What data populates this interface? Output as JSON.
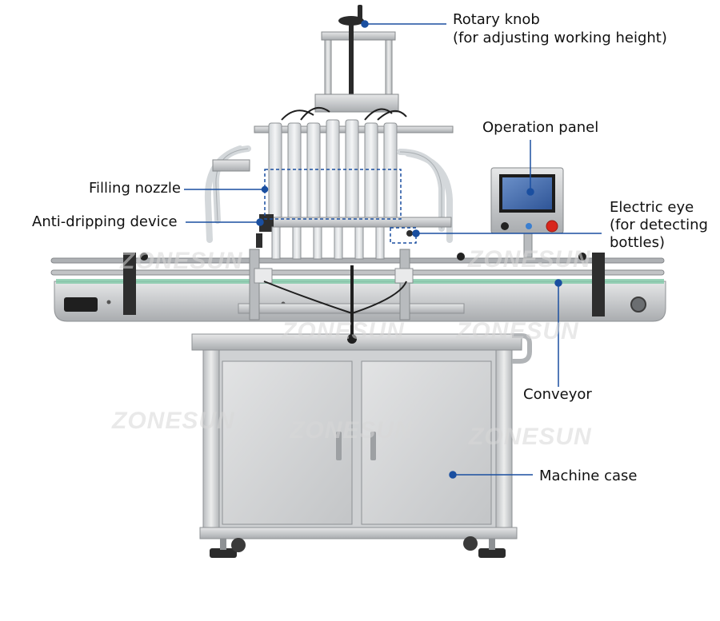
{
  "labels": {
    "rotary_knob": "Rotary knob",
    "rotary_knob_note": "(for adjusting working height)",
    "operation_panel": "Operation panel",
    "filling_nozzle": "Filling nozzle",
    "anti_dripping": "Anti-dripping device",
    "electric_eye": "Electric eye",
    "electric_eye_note_1": "(for detecting",
    "electric_eye_note_2": "bottles)",
    "conveyor": "Conveyor",
    "machine_case": "Machine case"
  },
  "watermark": "ZONESUN",
  "colors": {
    "leader": "#1a4fa0",
    "steel": "#c9cbcd",
    "steel_dark": "#8e9194",
    "background": "#ffffff"
  }
}
